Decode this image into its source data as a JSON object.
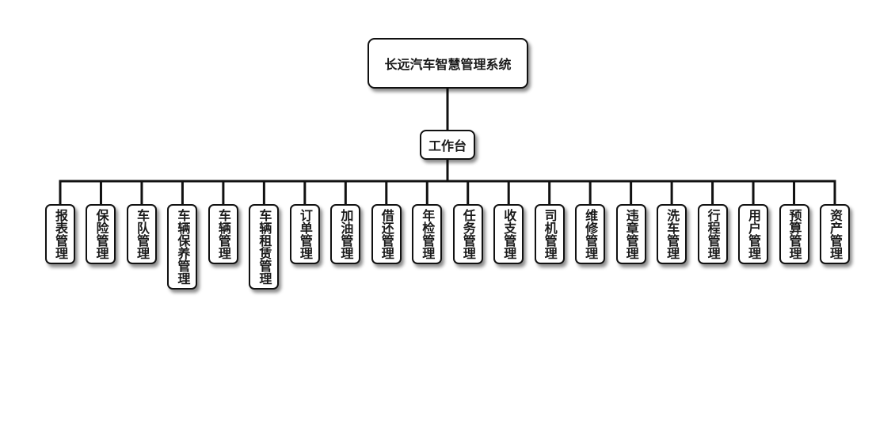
{
  "diagram": {
    "root": {
      "label": "长远汽车智慧管理系统"
    },
    "hub": {
      "label": "工作台"
    },
    "modules": [
      {
        "id": "reports",
        "label": "报表管理"
      },
      {
        "id": "insurance",
        "label": "保险管理"
      },
      {
        "id": "fleet",
        "label": "车队管理"
      },
      {
        "id": "maintenance-care",
        "label": "车辆保养管理"
      },
      {
        "id": "vehicles",
        "label": "车辆管理"
      },
      {
        "id": "rental",
        "label": "车辆租赁管理"
      },
      {
        "id": "orders",
        "label": "订单管理"
      },
      {
        "id": "refuel",
        "label": "加油管理"
      },
      {
        "id": "borrow-return",
        "label": "借还管理"
      },
      {
        "id": "annual-inspection",
        "label": "年检管理"
      },
      {
        "id": "tasks",
        "label": "任务管理"
      },
      {
        "id": "finance",
        "label": "收支管理"
      },
      {
        "id": "drivers",
        "label": "司机管理"
      },
      {
        "id": "repairs",
        "label": "维修管理"
      },
      {
        "id": "violations",
        "label": "违章管理"
      },
      {
        "id": "car-wash",
        "label": "洗车管理"
      },
      {
        "id": "trips",
        "label": "行程管理"
      },
      {
        "id": "users",
        "label": "用户管理"
      },
      {
        "id": "budget",
        "label": "预算管理"
      },
      {
        "id": "assets",
        "label": "资产管理"
      }
    ]
  }
}
